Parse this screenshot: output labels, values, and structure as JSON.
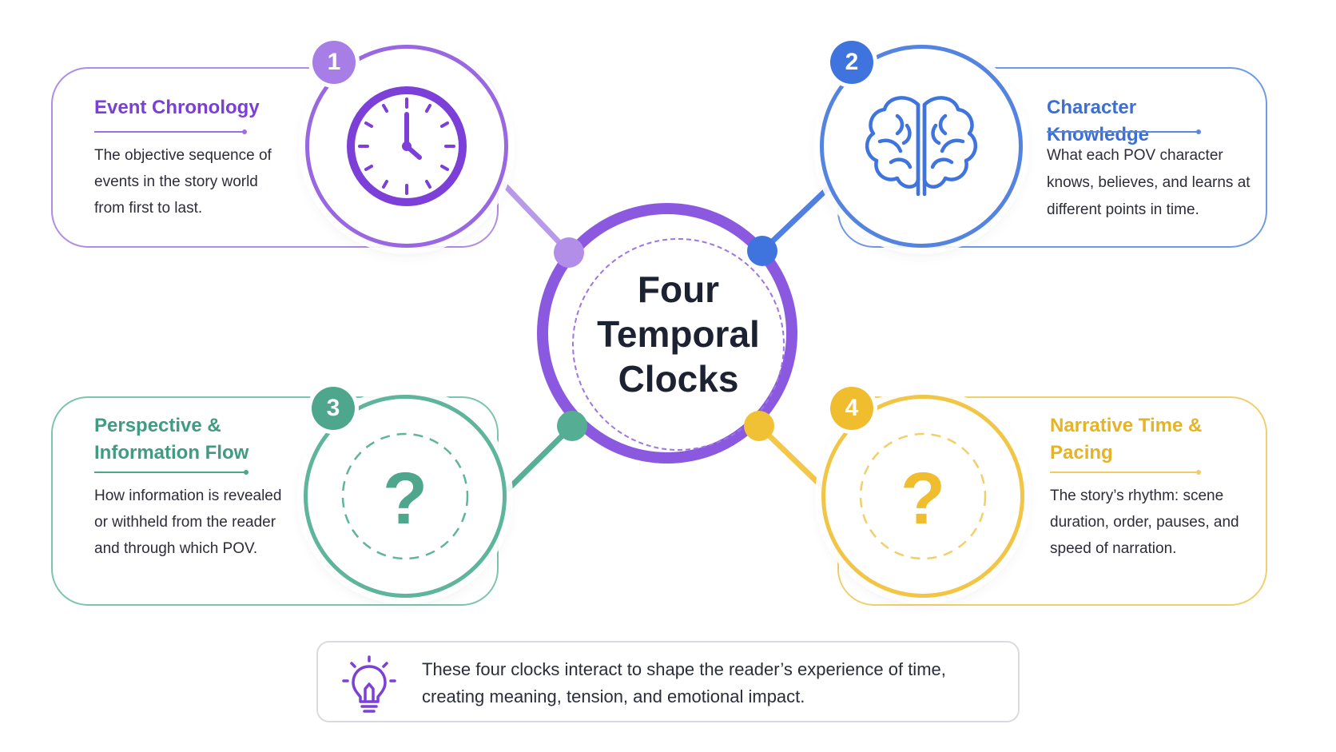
{
  "center": {
    "title": "Four Temporal Clocks"
  },
  "clocks": [
    {
      "number": "1",
      "title": "Event Chronology",
      "description": "The objective sequence of events in the story world from first to last.",
      "icon": "clock-icon",
      "color": "#8b59e0"
    },
    {
      "number": "2",
      "title": "Character Knowledge",
      "description": "What each POV character knows, believes, and learns at different points in time.",
      "icon": "brain-icon",
      "color": "#3f73de"
    },
    {
      "number": "3",
      "title": "Perspective & Information Flow",
      "description": "How information is revealed or withheld from the reader and through which POV.",
      "icon": "question-mark-icon",
      "color": "#4ea78d"
    },
    {
      "number": "4",
      "title": "Narrative Time & Pacing",
      "description": "The story’s rhythm: scene duration, order, pauses, and speed of narration.",
      "icon": "question-mark-icon",
      "color": "#f0bd2f"
    }
  ],
  "footer": {
    "icon": "lightbulb-icon",
    "text": "These four clocks interact to shape the reader’s experience of time, creating meaning, tension, and emotional impact."
  }
}
